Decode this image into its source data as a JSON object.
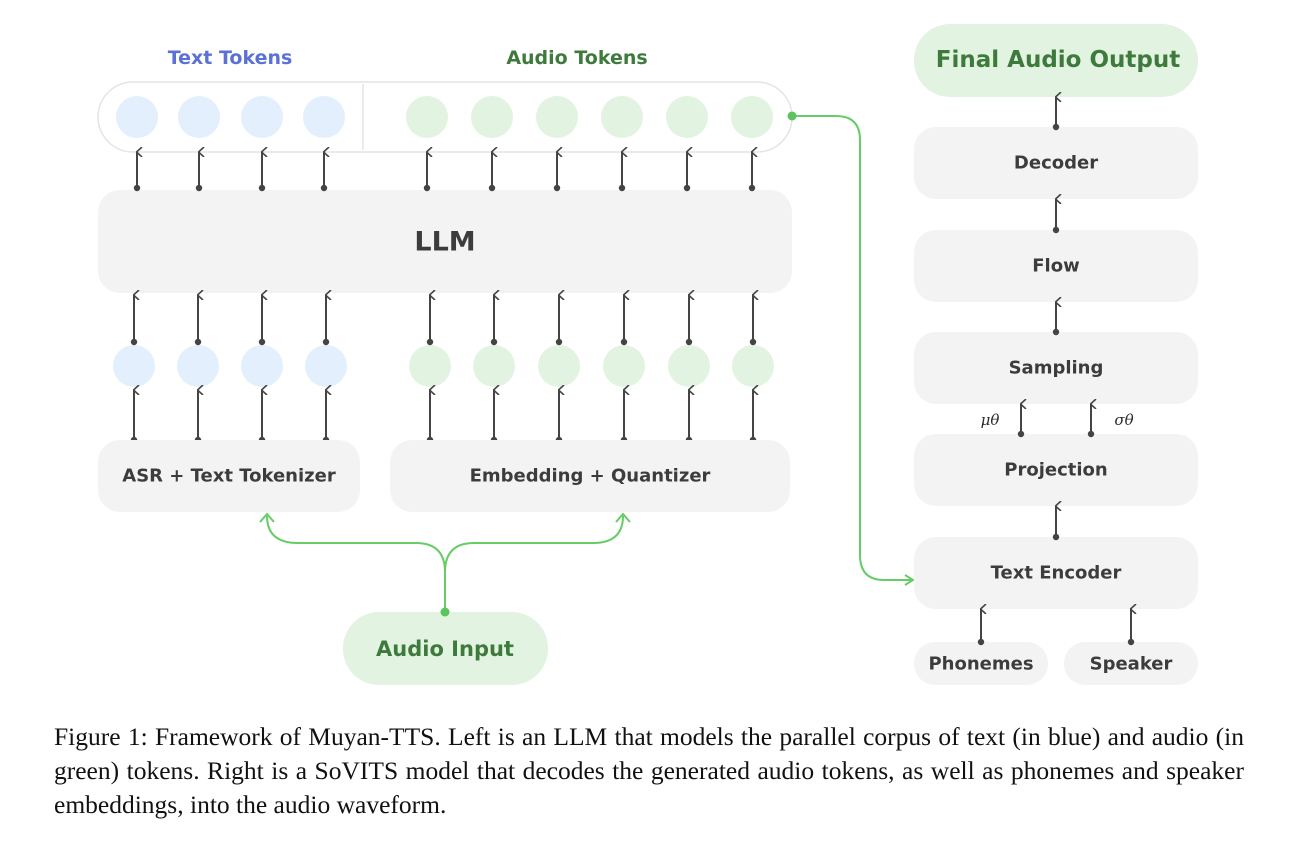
{
  "token_labels": {
    "text": "Text Tokens",
    "audio": "Audio Tokens"
  },
  "llm_label": "LLM",
  "left_boxes": {
    "asr": "ASR + Text Tokenizer",
    "embedding": "Embedding + Quantizer"
  },
  "audio_input": "Audio Input",
  "right_stack": {
    "final_output": "Final Audio Output",
    "decoder": "Decoder",
    "flow": "Flow",
    "sampling": "Sampling",
    "mu": "μθ",
    "sigma": "σθ",
    "projection": "Projection",
    "text_encoder": "Text Encoder",
    "phonemes": "Phonemes",
    "speaker": "Speaker"
  },
  "colors": {
    "text_token": "#e3effc",
    "audio_token": "#e2f3e1",
    "green_arrow": "#66cc66",
    "box": "#f3f3f3"
  },
  "caption": "Figure 1: Framework of Muyan-TTS. Left is an LLM that models the parallel corpus of text (in blue) and audio (in green) tokens. Right is a SoVITS model that decodes the generated audio tokens, as well as phonemes and speaker embeddings, into the audio waveform."
}
